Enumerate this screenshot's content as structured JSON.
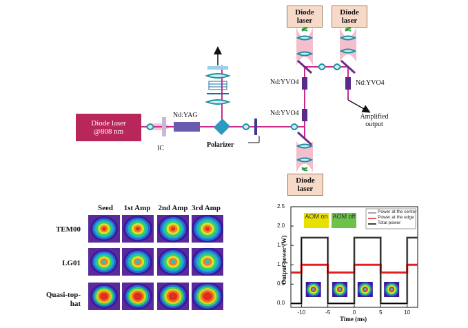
{
  "diagram": {
    "diode_laser_top_left": "Diode laser",
    "diode_laser_top_right": "Diode laser",
    "diode_laser_bottom": "Diode laser",
    "pump_source": "Diode laser @808 nm",
    "nd_yag": "Nd:YAG",
    "ic": "IC",
    "polarizer": "Polarizer",
    "nd_yvo4_upper_left": "Nd:YVO4",
    "nd_yvo4_lower_left": "Nd:YVO4",
    "nd_yvo4_right": "Nd:YVO4",
    "output": "Amplified output",
    "beam_color": "#cc2a8c",
    "pump_color": "#f0b4c4"
  },
  "beam_grid": {
    "columns": [
      "Seed",
      "1st Amp",
      "2nd Amp",
      "3rd Amp"
    ],
    "rows": [
      "TEM00",
      "LG01",
      "Quasi-top-hat"
    ]
  },
  "chart_data": {
    "type": "line",
    "xlabel": "Time (ms)",
    "ylabel": "Output power (W)",
    "xlim": [
      -12,
      12
    ],
    "ylim": [
      -0.1,
      2.5
    ],
    "x_ticks": [
      -10,
      -5,
      0,
      5,
      10
    ],
    "y_ticks": [
      0.0,
      0.5,
      1.0,
      1.5,
      2.0,
      2.5
    ],
    "annotations": [
      {
        "text": "AOM on",
        "color": "#e8e000"
      },
      {
        "text": "AOM off",
        "color": "#6cc24a"
      }
    ],
    "legend_position": "top-right",
    "series": [
      {
        "name": "Power at the center",
        "color": "#888888",
        "x": [
          -12,
          -10,
          -10,
          -5,
          -5,
          0,
          0,
          5,
          5,
          10,
          10,
          12
        ],
        "y": [
          0.0,
          0.0,
          1.7,
          1.7,
          0.0,
          0.0,
          1.7,
          1.7,
          0.0,
          0.0,
          1.7,
          1.7
        ]
      },
      {
        "name": "Power at the edge",
        "color": "#e02020",
        "x": [
          -12,
          -10,
          -10,
          -5,
          -5,
          0,
          0,
          5,
          5,
          10,
          10,
          12
        ],
        "y": [
          0.8,
          0.8,
          1.0,
          1.0,
          0.8,
          0.8,
          1.0,
          1.0,
          0.8,
          0.8,
          1.0,
          1.0
        ]
      },
      {
        "name": "Total power",
        "color": "#000000",
        "x": [
          -12,
          -10,
          -10,
          -5,
          -5,
          0,
          0,
          5,
          5,
          10,
          10,
          12
        ],
        "y": [
          0.0,
          0.0,
          1.7,
          1.7,
          0.0,
          0.0,
          1.7,
          1.7,
          0.0,
          0.0,
          1.7,
          1.7
        ]
      }
    ]
  }
}
